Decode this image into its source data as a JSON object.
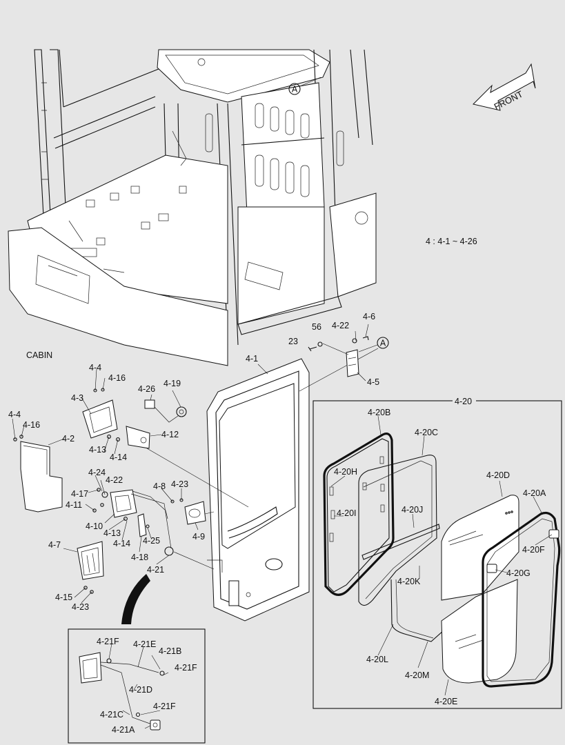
{
  "diagram": {
    "front_label": "FRONT",
    "range_note": "4 : 4-1 ~ 4-26",
    "cabin_label": "CABIN",
    "ref_marker": "A",
    "labels": {
      "p4_4a": "4-4",
      "p4_16a": "4-16",
      "p4_3": "4-3",
      "p4_26": "4-26",
      "p4_19": "4-19",
      "p4_4b": "4-4",
      "p4_16b": "4-16",
      "p4_2": "4-2",
      "p4_13a": "4-13",
      "p4_14a": "4-14",
      "p4_12": "4-12",
      "p4_24": "4-24",
      "p4_22a": "4-22",
      "p4_17": "4-17",
      "p4_11": "4-11",
      "p4_10": "4-10",
      "p4_13b": "4-13",
      "p4_14b": "4-14",
      "p4_18": "4-18",
      "p4_25": "4-25",
      "p4_21": "4-21",
      "p4_8": "4-8",
      "p4_23a": "4-23",
      "p4_9": "4-9",
      "p4_7": "4-7",
      "p4_15": "4-15",
      "p4_23b": "4-23",
      "p4_1": "4-1",
      "p23": "23",
      "p56": "56",
      "p4_22b": "4-22",
      "p4_6": "4-6",
      "p4_5": "4-5",
      "p4_20": "4-20",
      "p4_20B": "4-20B",
      "p4_20C": "4-20C",
      "p4_20H": "4-20H",
      "p4_20I": "4-20I",
      "p4_20J": "4-20J",
      "p4_20D": "4-20D",
      "p4_20A": "4-20A",
      "p4_20F": "4-20F",
      "p4_20G": "4-20G",
      "p4_20K": "4-20K",
      "p4_20L": "4-20L",
      "p4_20M": "4-20M",
      "p4_20E": "4-20E",
      "p4_21F_a": "4-21F",
      "p4_21E": "4-21E",
      "p4_21B": "4-21B",
      "p4_21F_b": "4-21F",
      "p4_21D": "4-21D",
      "p4_21C": "4-21C",
      "p4_21F_c": "4-21F",
      "p4_21A": "4-21A"
    }
  }
}
